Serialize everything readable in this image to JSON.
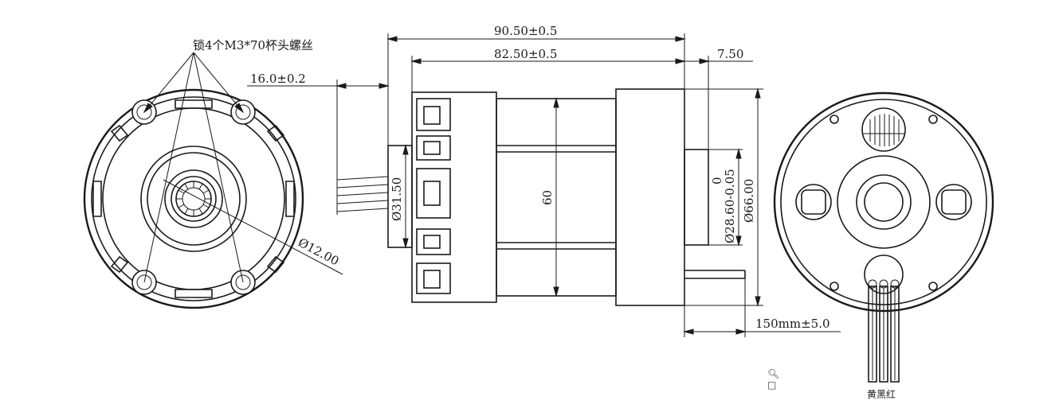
{
  "annotations": {
    "screw_note": "锁4个M3*70杯头螺丝",
    "shaft_diameter": "Ø12.00",
    "dim_overall_length": "90.50±0.5",
    "dim_body_length": "82.50±0.5",
    "dim_shaft_length": "16.0±0.2",
    "dim_rear_boss": "7.50",
    "dim_front_boss_dia": "Ø31.50",
    "dim_body_height": "60",
    "dim_rear_boss_dia": "Ø28.60-0.05",
    "dim_rear_boss_tol_upper": "0",
    "dim_outer_dia": "Ø66.00",
    "dim_lead_length": "150mm±5.0",
    "wire_colors": "黄黑红"
  },
  "icons": {
    "zoom": "magnifier-icon",
    "zoom_glyph": "🔍︎□"
  }
}
